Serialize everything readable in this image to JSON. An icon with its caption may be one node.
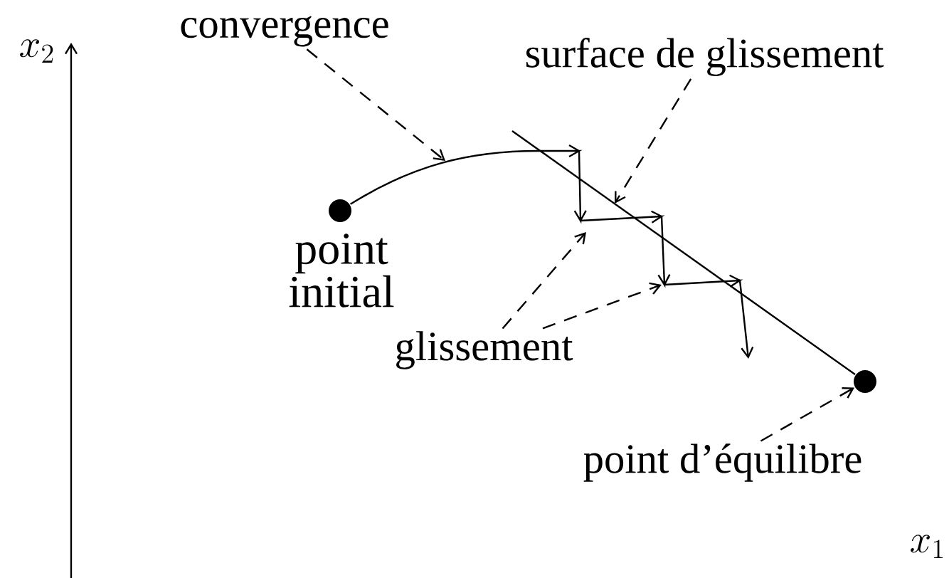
{
  "diagram": {
    "nodes": [
      {
        "text": [
          "convergence"
        ]
      },
      {
        "text": [],
        "shape": "circle",
        "beside": [
          "point initial"
        ]
      },
      {
        "text": [],
        "shape": "circle"
      },
      {
        "text": [
          "surface de glissement"
        ]
      },
      {
        "text": [
          "glissement"
        ]
      },
      {
        "text": [
          "point d’équilibre"
        ]
      }
    ],
    "edges": [
      {
        "from": 0,
        "to": null,
        "arrow": "to",
        "style": "dashed"
      },
      {
        "from": 1,
        "to": null,
        "arrow": "to"
      },
      {
        "from": null,
        "to": 2,
        "arrow": "none"
      },
      {
        "from": 3,
        "to": null,
        "arrow": "to",
        "style": "dashed"
      },
      {
        "from": 4,
        "to": null,
        "arrow": "to",
        "style": "dashed"
      },
      {
        "from": 4,
        "to": null,
        "arrow": "to",
        "style": "dashed"
      },
      {
        "from": 5,
        "to": 2,
        "arrow": "to",
        "style": "dashed"
      }
    ],
    "labels": [
      "x_2",
      "x_1"
    ]
  }
}
